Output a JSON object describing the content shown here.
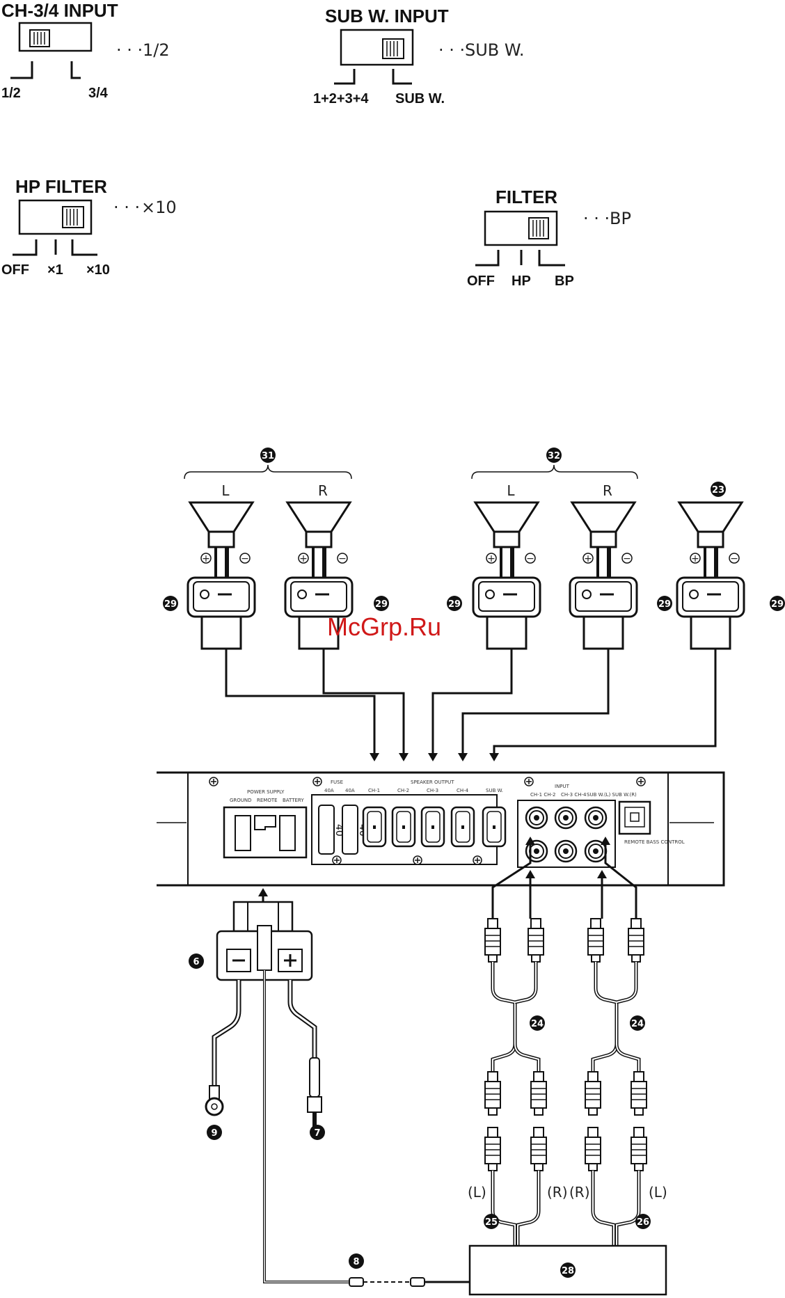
{
  "switches": [
    {
      "title": "CH-3/4 INPUT",
      "positions": [
        "1/2",
        "3/4"
      ],
      "value": "1/2"
    },
    {
      "title": "SUB W. INPUT",
      "positions": [
        "1+2+3+4",
        "SUB W."
      ],
      "value": "SUB W."
    },
    {
      "title": "HP FILTER",
      "positions": [
        "OFF",
        "×1",
        "×10"
      ],
      "value": "×10"
    },
    {
      "title": "FILTER",
      "positions": [
        "OFF",
        "HP",
        "BP"
      ],
      "value": "BP"
    }
  ],
  "speakers": {
    "group1": {
      "badge": "31",
      "left": "L",
      "right": "R"
    },
    "group2": {
      "badge": "32",
      "left": "L",
      "right": "R"
    },
    "sub": {
      "badge": "23"
    },
    "plus": "+",
    "minus": "−",
    "connector_badge": "29"
  },
  "amp": {
    "power_supply": "POWER SUPPLY",
    "ground": "GROUND",
    "remote": "REMOTE",
    "battery": "BATTERY",
    "fuse": "FUSE",
    "fuse_a1": "40A",
    "fuse_a2": "40A",
    "fuse_v1": "40",
    "fuse_v2": "40",
    "speaker_output": "SPEAKER OUTPUT",
    "ch_labels": [
      "CH-1",
      "CH-2",
      "CH-3",
      "CH-4",
      "SUB W."
    ],
    "input": "INPUT",
    "in_col1": "CH-1 CH-2",
    "in_col2": "CH-3 CH-4",
    "in_col3": "SUB W.(L) SUB W.(R)",
    "remote_bass": "REMOTE BASS CONTROL"
  },
  "callouts": {
    "power_connector": "6",
    "ground_wire": "9",
    "battery_wire": "7",
    "remote_wire": "8",
    "rca_left": "24",
    "rca_right": "24",
    "out_left": "25",
    "out_right": "26",
    "source": "28"
  },
  "rca_channels": {
    "l1": "(L)",
    "r1": "(R)",
    "r2": "(R)",
    "l2": "(L)"
  },
  "watermark": "McGrp.Ru"
}
